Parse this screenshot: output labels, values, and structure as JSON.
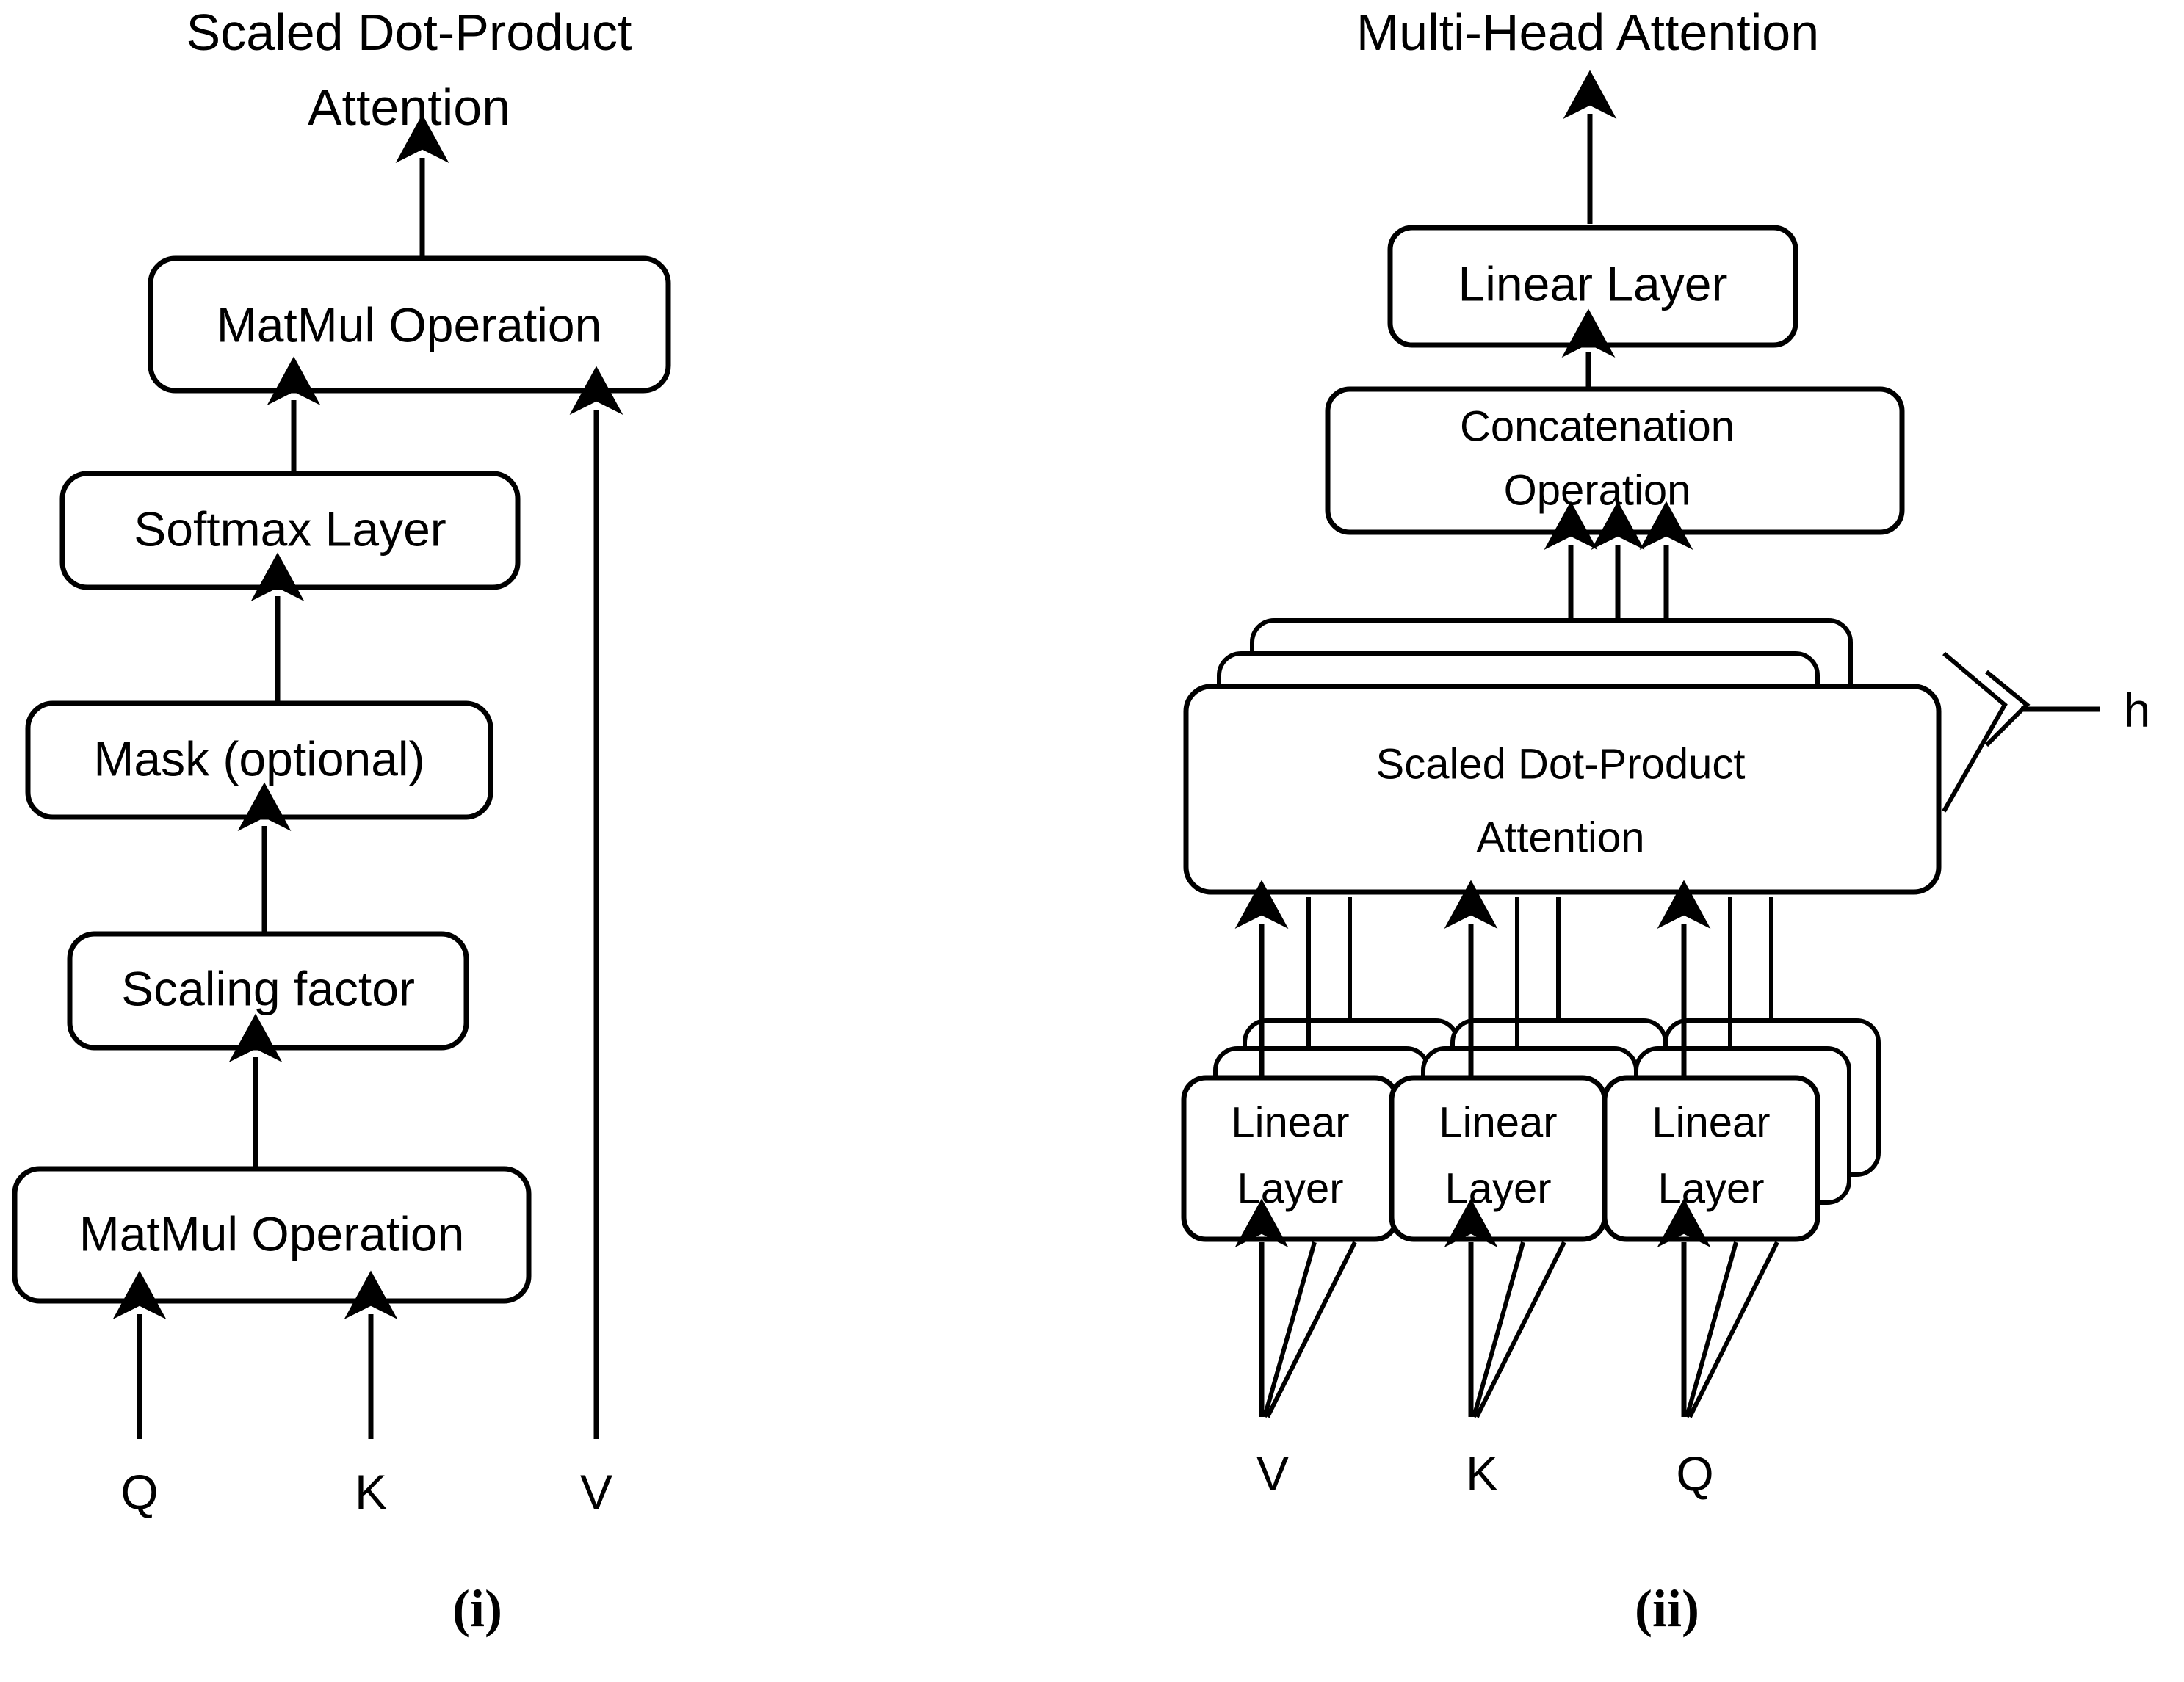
{
  "figure": {
    "panels": [
      {
        "id": "i",
        "caption": "(i)",
        "title_line1": "Scaled Dot-Product",
        "title_line2": "Attention",
        "blocks": [
          {
            "key": "matmul_top",
            "label": "MatMul Operation"
          },
          {
            "key": "softmax",
            "label": "Softmax Layer"
          },
          {
            "key": "mask",
            "label": "Mask (optional)"
          },
          {
            "key": "scaling",
            "label": "Scaling factor"
          },
          {
            "key": "matmul_bottom",
            "label": "MatMul Operation"
          }
        ],
        "inputs": [
          {
            "key": "q",
            "label": "Q"
          },
          {
            "key": "k",
            "label": "K"
          },
          {
            "key": "v",
            "label": "V"
          }
        ]
      },
      {
        "id": "ii",
        "caption": "(ii)",
        "title": "Multi-Head Attention",
        "blocks": [
          {
            "key": "linear_out",
            "label": "Linear Layer"
          },
          {
            "key": "concat_line1",
            "label": "Concatenation"
          },
          {
            "key": "concat_line2",
            "label": "Operation"
          },
          {
            "key": "sdpa_line1",
            "label": "Scaled Dot-Product"
          },
          {
            "key": "sdpa_line2",
            "label": "Attention"
          }
        ],
        "head_count_label": "h",
        "linear_stacks": [
          {
            "key": "linear_v",
            "label_line1": "Linear",
            "label_line2": "Layer"
          },
          {
            "key": "linear_k",
            "label_line1": "Linear",
            "label_line2": "Layer"
          },
          {
            "key": "linear_q",
            "label_line1": "Linear",
            "label_line2": "Layer"
          }
        ],
        "inputs": [
          {
            "key": "v",
            "label": "V"
          },
          {
            "key": "k",
            "label": "K"
          },
          {
            "key": "q",
            "label": "Q"
          }
        ]
      }
    ],
    "colors": {
      "stroke": "#000000",
      "fill": "#ffffff",
      "background": "#ffffff"
    }
  }
}
